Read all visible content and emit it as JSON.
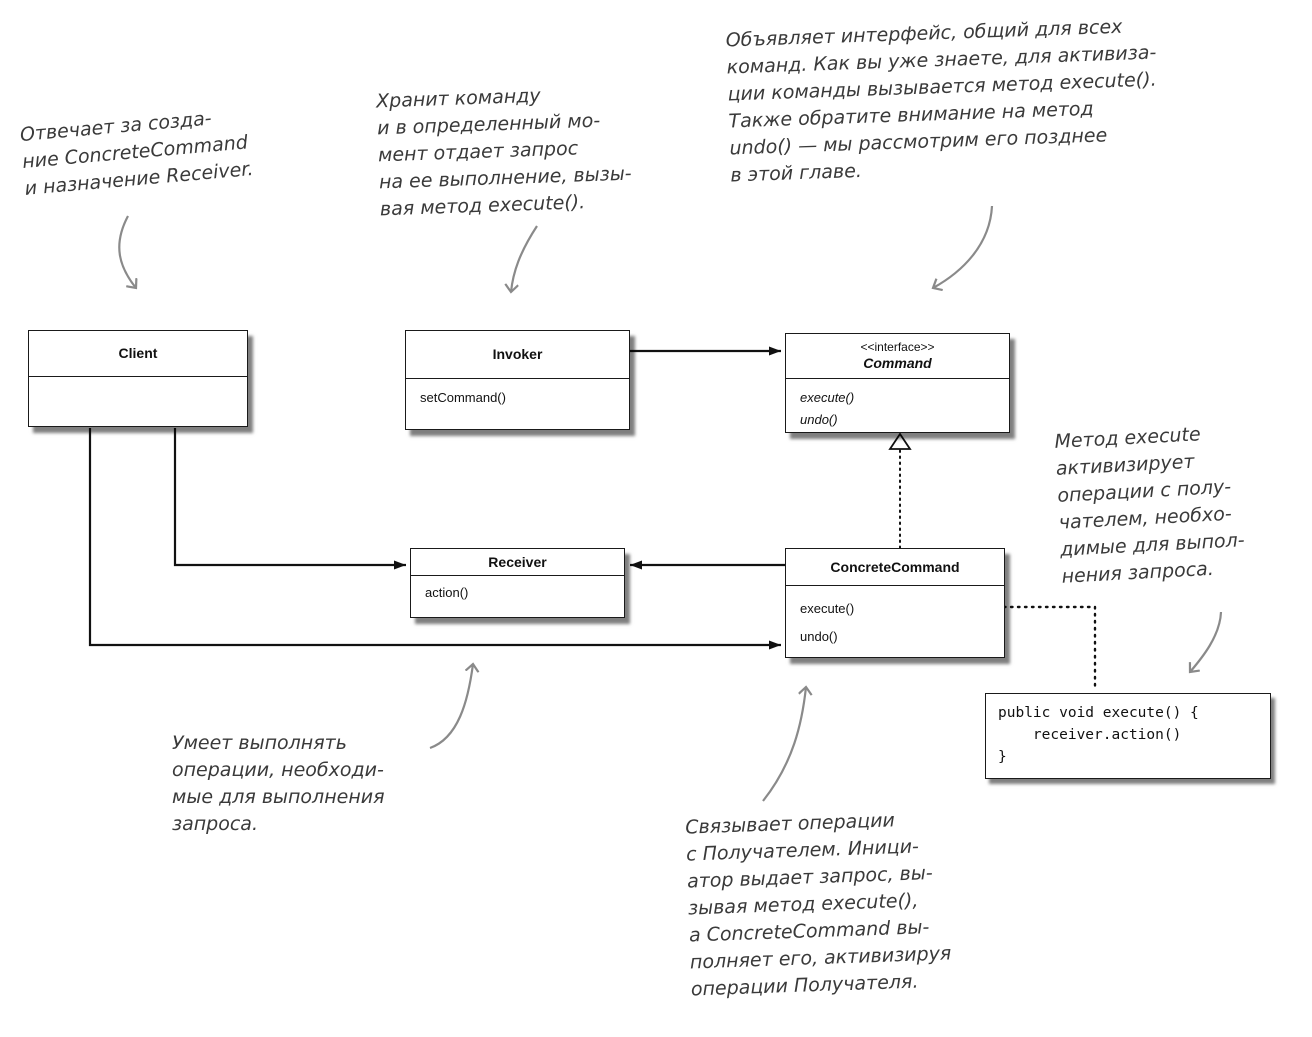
{
  "diagram": {
    "classes": {
      "client": {
        "name": "Client",
        "methods": []
      },
      "invoker": {
        "name": "Invoker",
        "methods": [
          "setCommand()"
        ]
      },
      "command": {
        "stereotype": "<<interface>>",
        "name": "Command",
        "methods": [
          "execute()",
          "undo()"
        ]
      },
      "receiver": {
        "name": "Receiver",
        "methods": [
          "action()"
        ]
      },
      "concrete_command": {
        "name": "ConcreteCommand",
        "methods": [
          "execute()",
          "undo()"
        ]
      }
    },
    "code_snippet": "public void execute() {\n    receiver.action()\n}",
    "annotations": {
      "client_note": "Отвечает за созда-\nние ConcreteCommand\nи назначение Receiver.",
      "invoker_note": "Хранит команду\nи в определенный мо-\nмент отдает запрос\nна ее выполнение, вызы-\nвая метод execute().",
      "command_note": "Объявляет интерфейс, общий для всех\nкоманд. Как вы уже знаете, для активиза-\nции команды вызывается метод execute().\nТакже обратите внимание на метод\nundo() — мы рассмотрим его позднее\nв этой главе.",
      "execute_note": "Метод execute\nактивизирует\nоперации с полу-\nчателем, необхо-\nдимые для выпол-\nнения запроса.",
      "receiver_note": "Умеет выполнять\nоперации, необходи-\nмые для выполнения\nзапроса.",
      "concrete_note": "Связывает операции\nс Получателем. Иници-\nатор выдает запрос, вы-\nзывая метод execute(),\nа ConcreteCommand вы-\nполняет его, активизируя\nоперации Получателя."
    },
    "colors": {
      "box_border": "#1a1a1a",
      "box_shadow": "rgba(0,0,0,0.5)",
      "annotation_text": "#3a3a3a",
      "hand_arrow": "#8a8a8a",
      "connector": "#111111"
    }
  }
}
